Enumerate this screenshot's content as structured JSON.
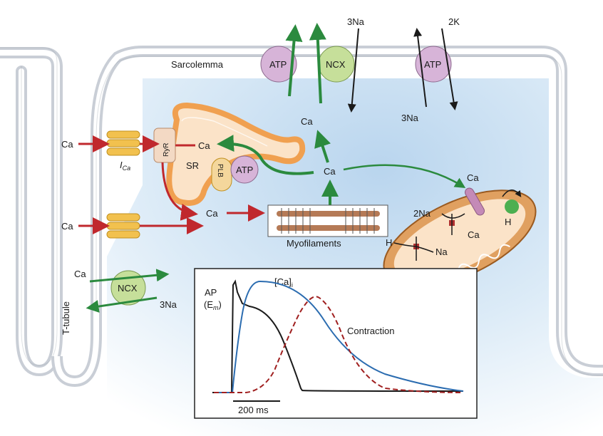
{
  "labels": {
    "sarcolemma": "Sarcolemma",
    "atp_pump_1": "ATP",
    "ncx_top": "NCX",
    "na_top": "3Na",
    "atp_pump_2": "ATP",
    "k_top": "2K",
    "na_pump2_bottom": "3Na",
    "ca_below_ncx": "Ca",
    "ca_channel_in": "Ca",
    "ica": "I",
    "ica_sub": "Ca",
    "ryr": "RyR",
    "ca_release": "Ca",
    "sr": "SR",
    "plb": "PLB",
    "atp_serca": "ATP",
    "ca_center": "Ca",
    "ca_mito": "Ca",
    "ca_lower_in": "Ca",
    "ca_lower_target": "Ca",
    "myofilaments": "Myofilaments",
    "two_na": "2Na",
    "ca_mito_exchanger": "Ca",
    "h_mito_left": "H",
    "na_mito": "Na",
    "h_mito_right": "H",
    "ca_ncx_tubule": "Ca",
    "ncx_tubule": "NCX",
    "na_ncx_tubule": "3Na",
    "t_tubule": "T-tubule"
  },
  "inset": {
    "ap_label": "AP",
    "em_label": "(E",
    "em_sub": "m",
    "em_close": ")",
    "ca_label": "[Ca]",
    "ca_sub": "i",
    "contraction_label": "Contraction",
    "scale_label": "200 ms"
  },
  "colors": {
    "membrane": "#c9ced6",
    "cytosol": "#cfe2f3",
    "influx_arrow": "#c0282d",
    "efflux_arrow": "#2b8a3e",
    "sr": "#f0a050",
    "pump": "#d7b4d8",
    "ncx": "#c6df9a",
    "channel": "#f2c14e",
    "mitochondrion": "#e0a060",
    "trace_ap": "#1a1a1a",
    "trace_ca": "#2b6cb0",
    "trace_contraction": "#a02020"
  }
}
